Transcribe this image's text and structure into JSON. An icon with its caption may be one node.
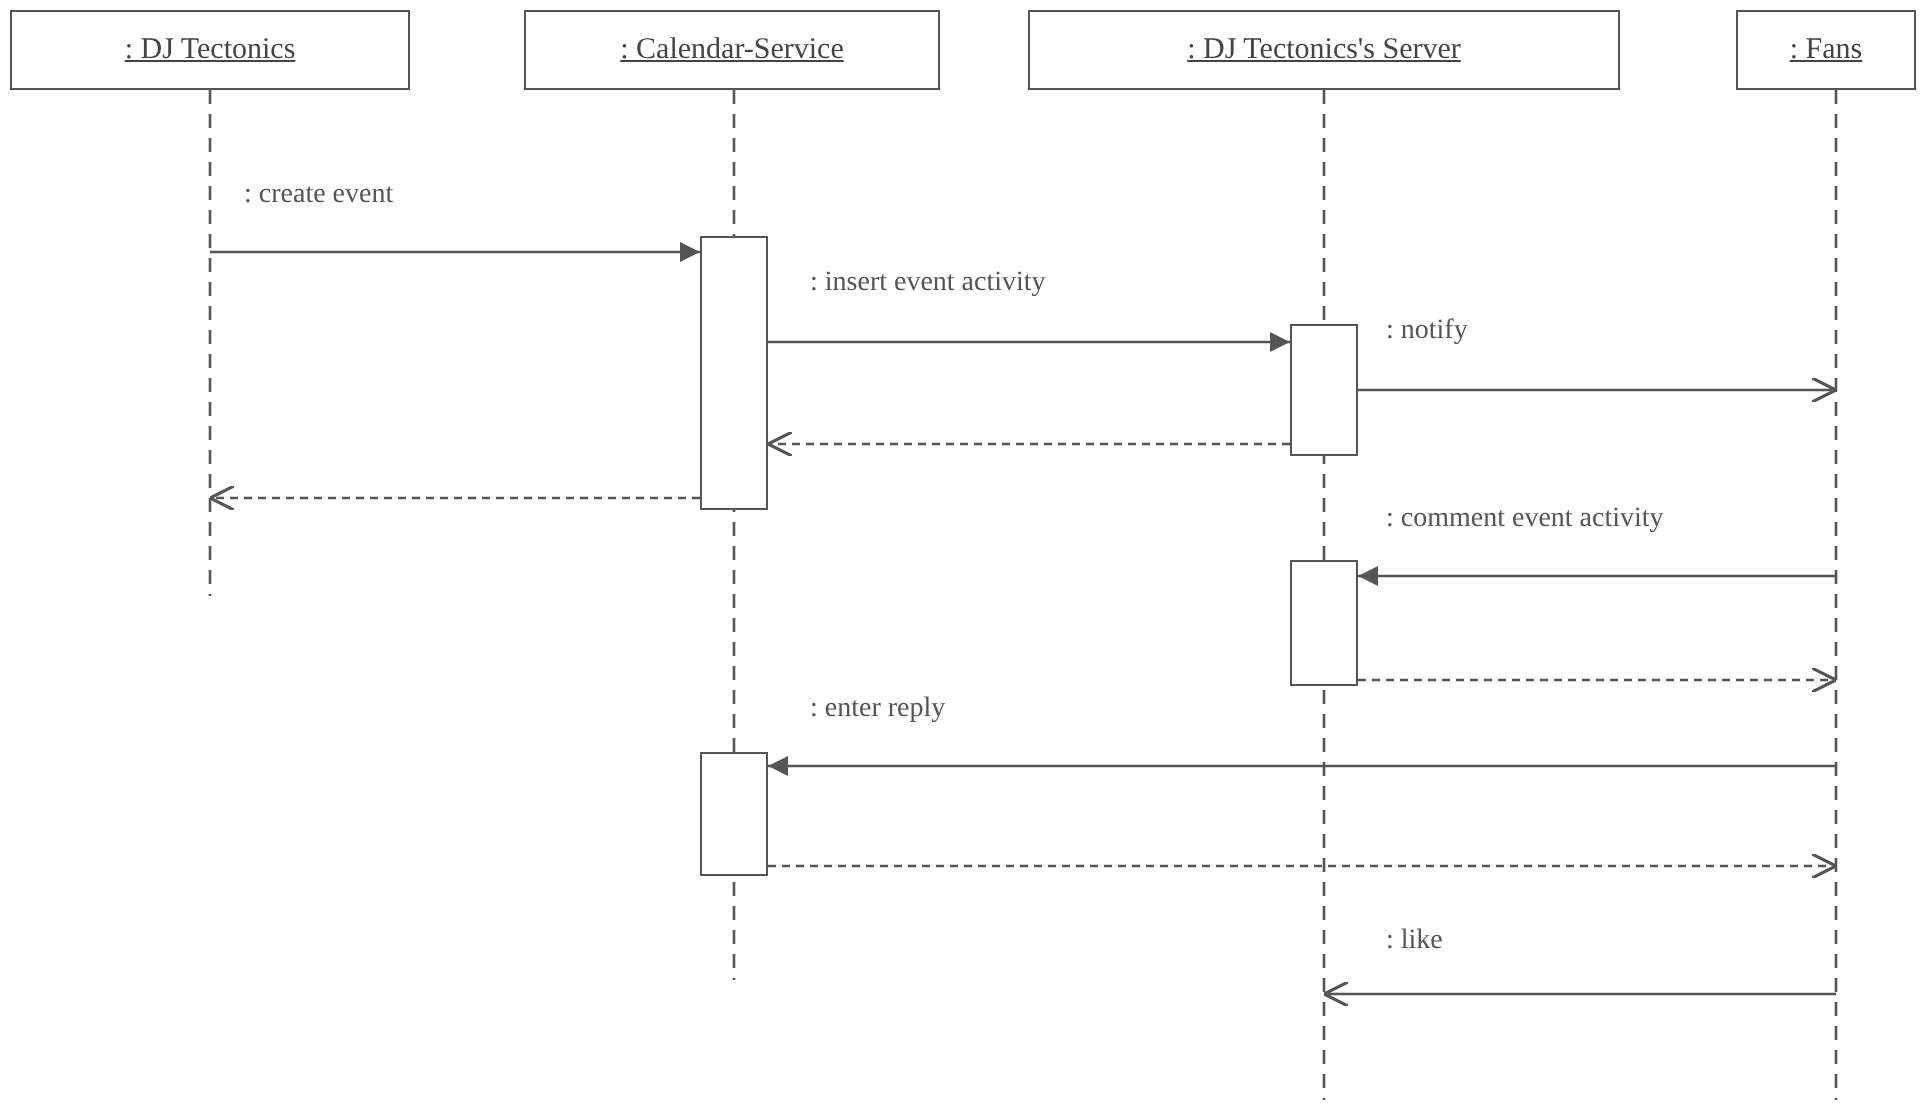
{
  "diagram": {
    "nodes": [
      {
        "text": [
          ": DJ Tectonics"
        ]
      },
      {
        "text": [
          ": Calendar-Service"
        ]
      },
      {
        "text": [
          ": DJ Tectonics's Server"
        ]
      },
      {
        "text": [
          ": Fans"
        ]
      },
      {
        "text": [],
        "shape": "bar",
        "in": 1
      },
      {
        "text": [],
        "shape": "bar",
        "in": 2
      },
      {
        "text": [],
        "shape": "bar",
        "in": 2
      },
      {
        "text": [],
        "shape": "bar",
        "in": 1
      }
    ],
    "edges": [
      {
        "from": 0,
        "to": 4,
        "arrow": "to",
        "label": ": create event"
      },
      {
        "from": 4,
        "to": 5,
        "arrow": "to",
        "label": ": insert event activity"
      },
      {
        "from": 5,
        "to": 3,
        "arrow": "to",
        "label": ": notify"
      },
      {
        "from": 5,
        "to": 4,
        "arrow": "to",
        "style": "dashed"
      },
      {
        "from": 4,
        "to": 0,
        "arrow": "to",
        "style": "dashed"
      },
      {
        "from": 3,
        "to": 6,
        "arrow": "to",
        "label": ": comment event activity"
      },
      {
        "from": 6,
        "to": 3,
        "arrow": "to",
        "style": "dashed"
      },
      {
        "from": 3,
        "to": 7,
        "arrow": "to",
        "label": ": enter reply"
      },
      {
        "from": 7,
        "to": 3,
        "arrow": "to",
        "style": "dashed"
      },
      {
        "from": 3,
        "to": 2,
        "arrow": "to",
        "label": ": like"
      }
    ]
  }
}
